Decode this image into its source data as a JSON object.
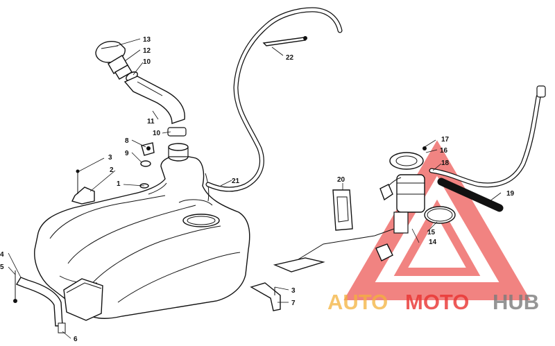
{
  "callouts": {
    "c1": "1",
    "c2": "2",
    "c3a": "3",
    "c3b": "3",
    "c4": "4",
    "c5": "5",
    "c6": "6",
    "c7": "7",
    "c8": "8",
    "c9": "9",
    "c10a": "10",
    "c10b": "10",
    "c11": "11",
    "c12": "12",
    "c13": "13",
    "c14": "14",
    "c15": "15",
    "c16": "16",
    "c17": "17",
    "c18": "18",
    "c19": "19",
    "c20": "20",
    "c21": "21",
    "c22": "22"
  },
  "watermark": {
    "auto": "AUTO",
    "moto": "MOTO",
    "hub": "HUB"
  },
  "colors": {
    "line": "#111111",
    "watermark_red": "#e8322f",
    "watermark_orange": "#f3b13c",
    "watermark_grey": "#7a7a7a"
  }
}
